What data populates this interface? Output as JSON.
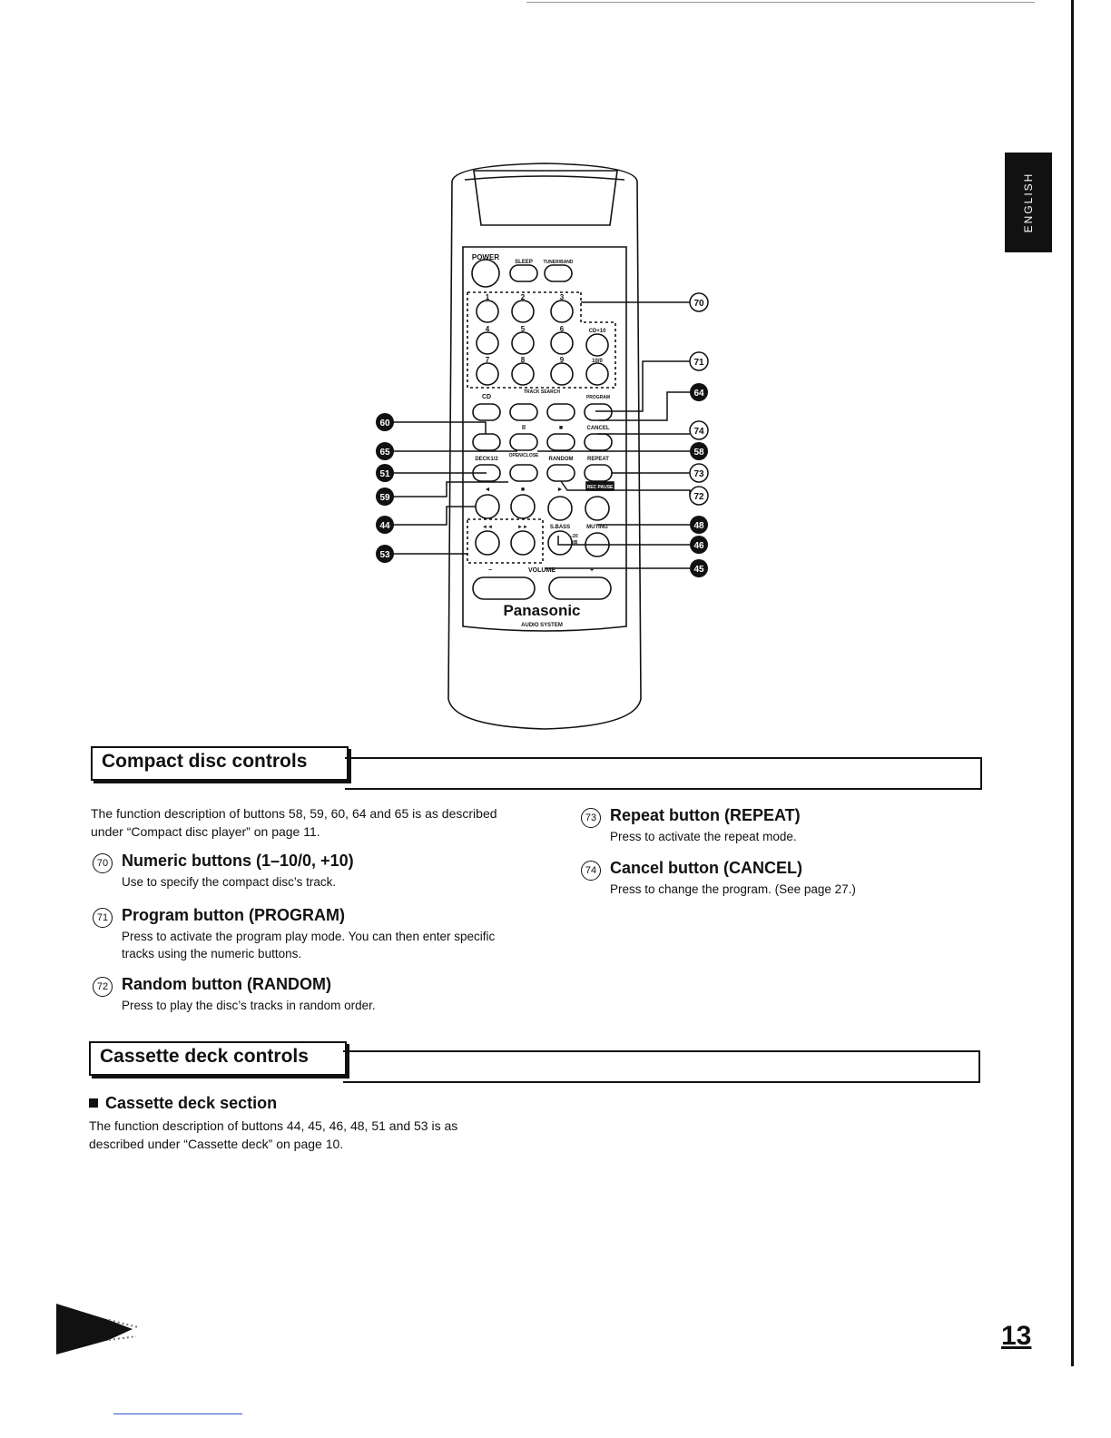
{
  "language_tab": "ENGLISH",
  "remote": {
    "buttons": {
      "power": "POWER",
      "sleep": "SLEEP",
      "tuner_band": "TUNER/BAND",
      "n1": "1",
      "n2": "2",
      "n3": "3",
      "n4": "4",
      "n5": "5",
      "n6": "6",
      "n7": "7",
      "n8": "8",
      "n9": "9",
      "cd_plus10": "CD+10",
      "ten_zero": "10/0",
      "cd": "CD",
      "track_search": "TRACK SEARCH",
      "program": "PROGRAM",
      "play_pause": "II",
      "stop": "■",
      "cancel": "CANCEL",
      "deck12": "DECK1/2",
      "open_close": "OPEN/CLOSE",
      "random": "RANDOM",
      "repeat": "REPEAT",
      "rev_play": "◄",
      "deck_stop": "■",
      "fwd_play": "►",
      "rec_pause": "REC PAUSE",
      "rew": "◄◄",
      "ff": "►►",
      "sbass": "S.BASS",
      "muting": "MUTING",
      "minus20": "-20",
      "db": "dB",
      "vol_minus": "−",
      "volume": "VOLUME",
      "vol_plus": "+"
    },
    "brand": "Panasonic",
    "brand_sub": "AUDIO SYSTEM"
  },
  "callouts": {
    "c60": "60",
    "c65": "65",
    "c51": "51",
    "c59": "59",
    "c44": "44",
    "c53": "53",
    "c70": "70",
    "c71": "71",
    "c64": "64",
    "c74": "74",
    "c58": "58",
    "c73": "73",
    "c72": "72",
    "c48": "48",
    "c46": "46",
    "c45": "45"
  },
  "compact_disc": {
    "heading": "Compact disc controls",
    "intro": "The function description of buttons 58, 59, 60, 64 and 65 is as described under “Compact disc player” on page 11.",
    "items": [
      {
        "num": "70",
        "title": "Numeric buttons (1–10/0, +10)",
        "desc": "Use to specify the compact disc’s track."
      },
      {
        "num": "71",
        "title": "Program button (PROGRAM)",
        "desc": "Press to activate the program play mode. You can then enter specific tracks using the numeric buttons."
      },
      {
        "num": "72",
        "title": "Random button (RANDOM)",
        "desc": "Press to play the disc’s tracks in random order."
      },
      {
        "num": "73",
        "title": "Repeat button (REPEAT)",
        "desc": "Press to activate the repeat mode."
      },
      {
        "num": "74",
        "title": "Cancel button (CANCEL)",
        "desc": "Press to change the program. (See page 27.)"
      }
    ]
  },
  "cassette": {
    "heading": "Cassette deck controls",
    "subheading": "Cassette deck section",
    "intro": "The function description of buttons 44, 45, 46, 48, 51 and 53 is as described under “Cassette deck” on page 10."
  },
  "page_number": "13"
}
